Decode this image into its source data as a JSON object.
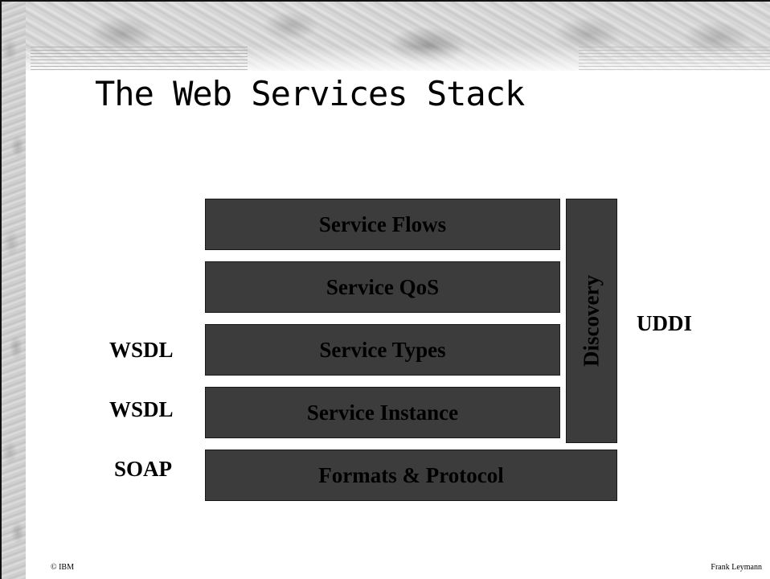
{
  "slide": {
    "title": "The Web Services Stack"
  },
  "stack": {
    "layers": [
      {
        "label": "Service Flows"
      },
      {
        "label": "Service QoS"
      },
      {
        "label": "Service Types"
      },
      {
        "label": "Service Instance"
      },
      {
        "label": "Formats & Protocol"
      }
    ],
    "side": {
      "label": "Discovery"
    }
  },
  "annotations": {
    "wsdl_types": "WSDL",
    "wsdl_instance": "WSDL",
    "soap": "SOAP",
    "uddi": "UDDI"
  },
  "footer": {
    "left": "© IBM",
    "right": "Frank Leymann"
  },
  "colors": {
    "layer_fill": "#3c3c3c",
    "text": "#000000",
    "background": "#ffffff"
  }
}
